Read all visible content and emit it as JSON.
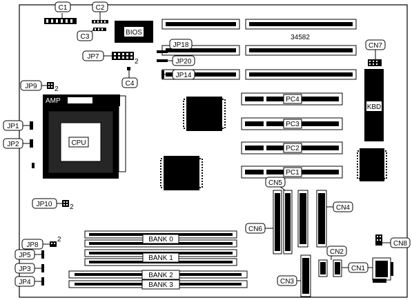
{
  "board_number": "34582",
  "chips": {
    "bios": "BIOS",
    "kbd": "KBD",
    "cpu": "CPU",
    "amp": "AMP"
  },
  "connectors": {
    "c1": "C1",
    "c2": "C2",
    "c3": "C3",
    "c4": "C4",
    "cn1": "CN1",
    "cn2": "CN2",
    "cn3": "CN3",
    "cn4": "CN4",
    "cn5": "CN5",
    "cn6": "CN6",
    "cn7": "CN7",
    "cn8": "CN8"
  },
  "jumpers": {
    "jp1": "JP1",
    "jp2": "JP2",
    "jp3": "JP3",
    "jp4": "JP4",
    "jp5": "JP5",
    "jp7": "JP7",
    "jp8": "JP8",
    "jp9": "JP9",
    "jp10": "JP10",
    "jp14": "JP14",
    "jp18": "JP18",
    "jp20": "JP20"
  },
  "pin_markers": {
    "jp7": "2",
    "jp9": "2",
    "jp10": "2",
    "jp8": "2"
  },
  "slots": {
    "pc1": "PC1",
    "pc2": "PC2",
    "pc3": "PC3",
    "pc4": "PC4"
  },
  "memory_banks": {
    "bank0": "BANK 0",
    "bank1": "BANK 1",
    "bank2": "BANK 2",
    "bank3": "BANK 3"
  }
}
